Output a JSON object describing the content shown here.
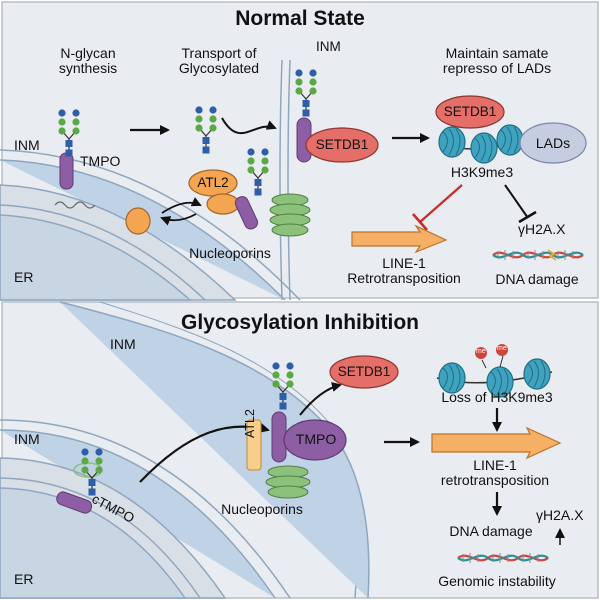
{
  "normal": {
    "title": "Normal State",
    "nglycan": "N-glycan\nsynthesis",
    "transport": "Transport of\nGlycosylated",
    "inm_top": "INM",
    "maintain": "Maintain samate\nrepresso of LADs",
    "inm_left": "INM",
    "tmpo": "TMPO",
    "setdb1": "SETDB1",
    "setdb1_b": "SETDB1",
    "lads": "LADs",
    "h3k9": "H3K9me3",
    "atl2": "ATL2",
    "nucleoporins": "Nucleoporins",
    "gh2ax": "γH2A.X",
    "line1": "LINE-1\nRetrotransposition",
    "dna": "DNA damage",
    "er": "ER"
  },
  "inhibition": {
    "title": "Glycosylation Inhibition",
    "inm_top": "INM",
    "inm_left": "INM",
    "setdb1": "SETDB1",
    "loss": "Loss of H3K9me3",
    "atl2": "ATL2",
    "tmpo": "TMPO",
    "ctmpo": "cTMPO",
    "line1": "LINE-1\nretrotransposition",
    "nucleoporins": "Nucleoporins",
    "dna": "DNA damage",
    "gh2ax": "γH2A.X",
    "genomic": "Genomic instability",
    "er": "ER",
    "me": "me"
  },
  "colors": {
    "panel": "#e9ecf0",
    "membrane": "#bfd2e6",
    "membrane_edge": "#8ea6bf",
    "nucleus": "#d9dfe6",
    "tmpo": "#8d5ea3",
    "setdb1": "#e46e68",
    "atl2": "#f3a552",
    "nucleoporin": "#8bc17a",
    "nucleosome": "#3fa3bf",
    "lads": "#c5cde1",
    "arrow_orange": "#f6b066",
    "inhibit_red": "#cc2b2b",
    "glycan_green": "#5aa946",
    "glycan_blue": "#2f5ea8",
    "dna_red": "#d0453a",
    "dna_teal": "#2b8f9a"
  }
}
